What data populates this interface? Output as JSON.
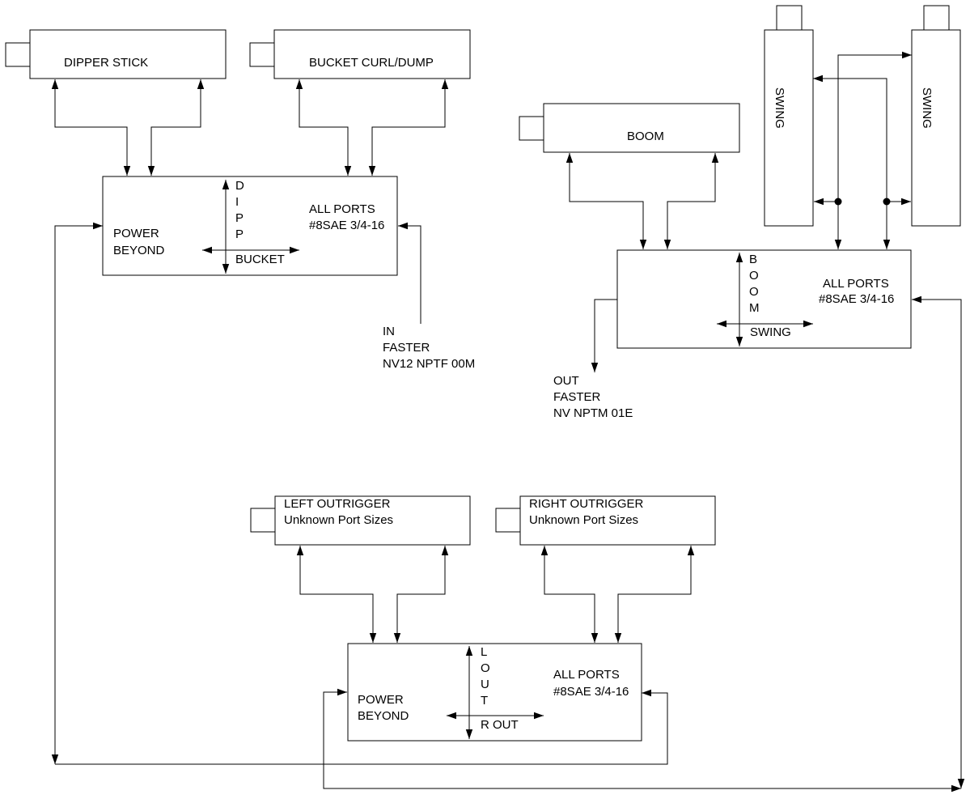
{
  "cylinders": {
    "dipper_stick": "DIPPER STICK",
    "bucket_curl": "BUCKET CURL/DUMP",
    "boom": "BOOM",
    "swing_left": "SWING",
    "swing_right": "SWING",
    "left_outrigger_title": "LEFT OUTRIGGER",
    "left_outrigger_sub": "Unknown Port Sizes",
    "right_outrigger_title": "RIGHT OUTRIGGER",
    "right_outrigger_sub": "Unknown Port Sizes"
  },
  "valve1": {
    "power_beyond_1": "POWER",
    "power_beyond_2": "BEYOND",
    "letters": [
      "D",
      "I",
      "P",
      "P"
    ],
    "bucket": "BUCKET",
    "ports_1": "ALL PORTS",
    "ports_2": "#8SAE 3/4-16"
  },
  "valve2": {
    "letters": [
      "B",
      "O",
      "O",
      "M"
    ],
    "swing": "SWING",
    "ports_1": "ALL PORTS",
    "ports_2": "#8SAE 3/4-16"
  },
  "valve3": {
    "power_beyond_1": "POWER",
    "power_beyond_2": "BEYOND",
    "letters": [
      "L",
      "O",
      "U",
      "T"
    ],
    "rout": "R OUT",
    "ports_1": "ALL PORTS",
    "ports_2": "#8SAE 3/4-16"
  },
  "inlet": {
    "line1": "IN",
    "line2": "FASTER",
    "line3": "NV12 NPTF 00M"
  },
  "outlet": {
    "line1": "OUT",
    "line2": "FASTER",
    "line3": "NV NPTM 01E"
  }
}
